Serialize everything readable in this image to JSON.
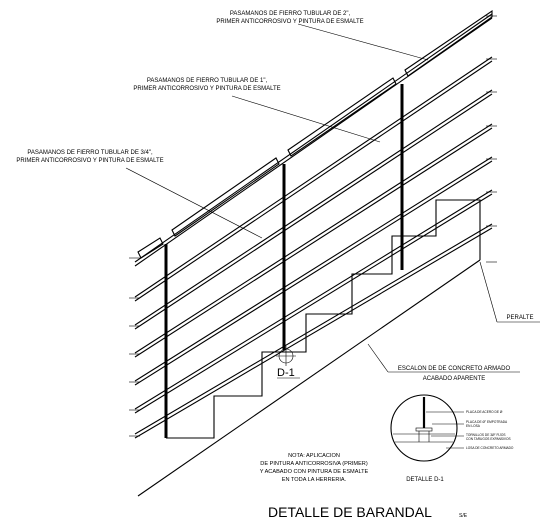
{
  "labels": {
    "top_rail_line1": "PASAMANOS DE FIERRO TUBULAR DE 2\",",
    "top_rail_line2": "PRIMER ANTICORROSIVO Y PINTURA DE ESMALTE",
    "mid_rail_line1": "PASAMANOS DE FIERRO TUBULAR DE 1\",",
    "mid_rail_line2": "PRIMER ANTICORROSIVO Y PINTURA DE ESMALTE",
    "low_rail_line1": "PASAMANOS DE FIERRO TUBULAR DE 3/4\",",
    "low_rail_line2": "PRIMER ANTICORROSIVO Y PINTURA DE ESMALTE",
    "peralte": "PERALTE",
    "step_line1": "ESCALON DE DE CONCRETO ARMADO",
    "step_line2": "ACABADO APARENTE",
    "detail_marker": "D-1",
    "detail_title": "DETALLE D-1",
    "detail_callouts": [
      "PLACA DE ACERO DE Ø",
      "PLACA DE Ø\" EMPOTRADA",
      "EN LOSA",
      "TORNILLOS DE 3Ø\" FIJOS",
      "CON TARUGOS EXPANSIVOS",
      "LOSA DE CONCRETO ARMADO"
    ],
    "note_lines": [
      "NOTA: APLICACION",
      "DE PINTURA ANTICORROSIVA (PRIMER)",
      "Y ACABADO CON PINTURA DE ESMALTE",
      "EN TODA LA HERRERIA."
    ],
    "main_title": "DETALLE DE BARANDAL",
    "scale": "S/E"
  }
}
